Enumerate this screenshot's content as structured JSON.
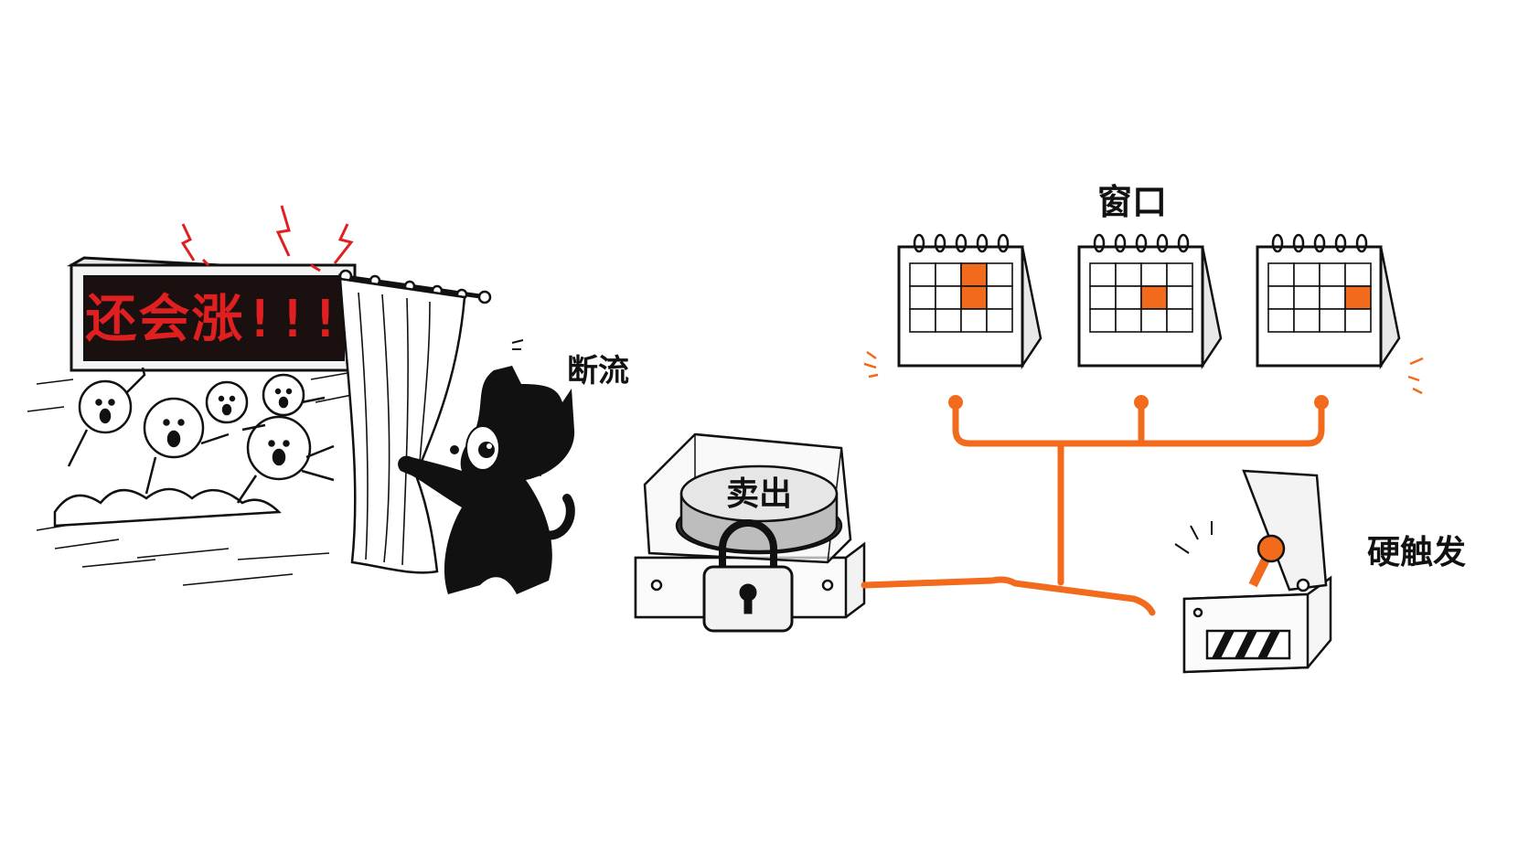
{
  "led_sign": {
    "text": "还会涨!!!",
    "color": "#d81c1c"
  },
  "labels": {
    "cutoff": "断流",
    "window": "窗口",
    "hard_trigger": "硬触发"
  },
  "sell_button": {
    "label": "卖出"
  },
  "colors": {
    "accent": "#f26a1b",
    "led_red": "#e02020",
    "ink": "#111111"
  },
  "calendars": [
    {
      "highlighted_cells": [
        [
          0,
          2
        ],
        [
          1,
          2
        ]
      ]
    },
    {
      "highlighted_cells": [
        [
          1,
          2
        ]
      ]
    },
    {
      "highlighted_cells": [
        [
          1,
          3
        ]
      ]
    }
  ],
  "icons": [
    "cat-icon",
    "curtain-icon",
    "crowd-icon",
    "padlock-icon",
    "calendar-icon",
    "lever-switch-icon",
    "lightning-icon"
  ]
}
